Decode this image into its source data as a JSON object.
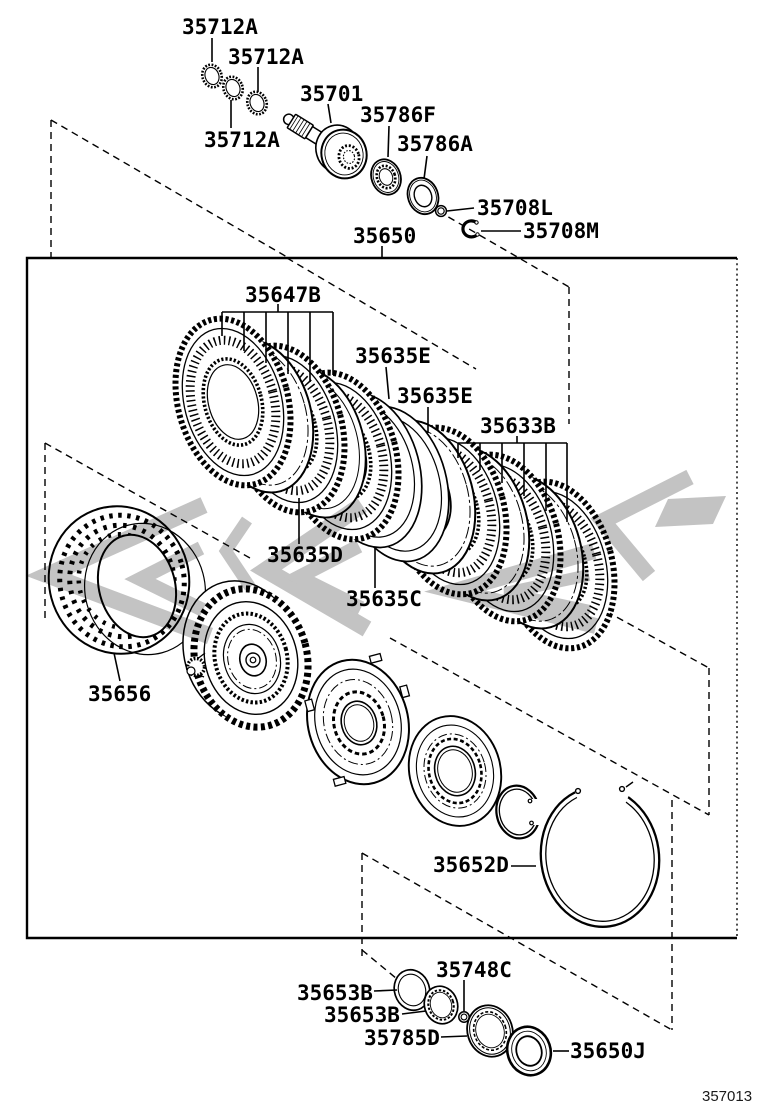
{
  "diagram": {
    "id_number": "357013",
    "watermark_color": "#c3c3c3",
    "line_color": "#000000",
    "background_color": "#ffffff"
  },
  "callouts": {
    "p35712a_1": "35712A",
    "p35712a_2": "35712A",
    "p35712a_3": "35712A",
    "p35701": "35701",
    "p35786f": "35786F",
    "p35786a": "35786A",
    "p35708l": "35708L",
    "p35708m": "35708M",
    "p35650": "35650",
    "p35647b": "35647B",
    "p35635e_1": "35635E",
    "p35635e_2": "35635E",
    "p35633b": "35633B",
    "p35635d": "35635D",
    "p35635c": "35635C",
    "p35656": "35656",
    "p35652d": "35652D",
    "p35653b_1": "35653B",
    "p35653b_2": "35653B",
    "p35748c": "35748C",
    "p35785d": "35785D",
    "p35650j": "35650J"
  }
}
